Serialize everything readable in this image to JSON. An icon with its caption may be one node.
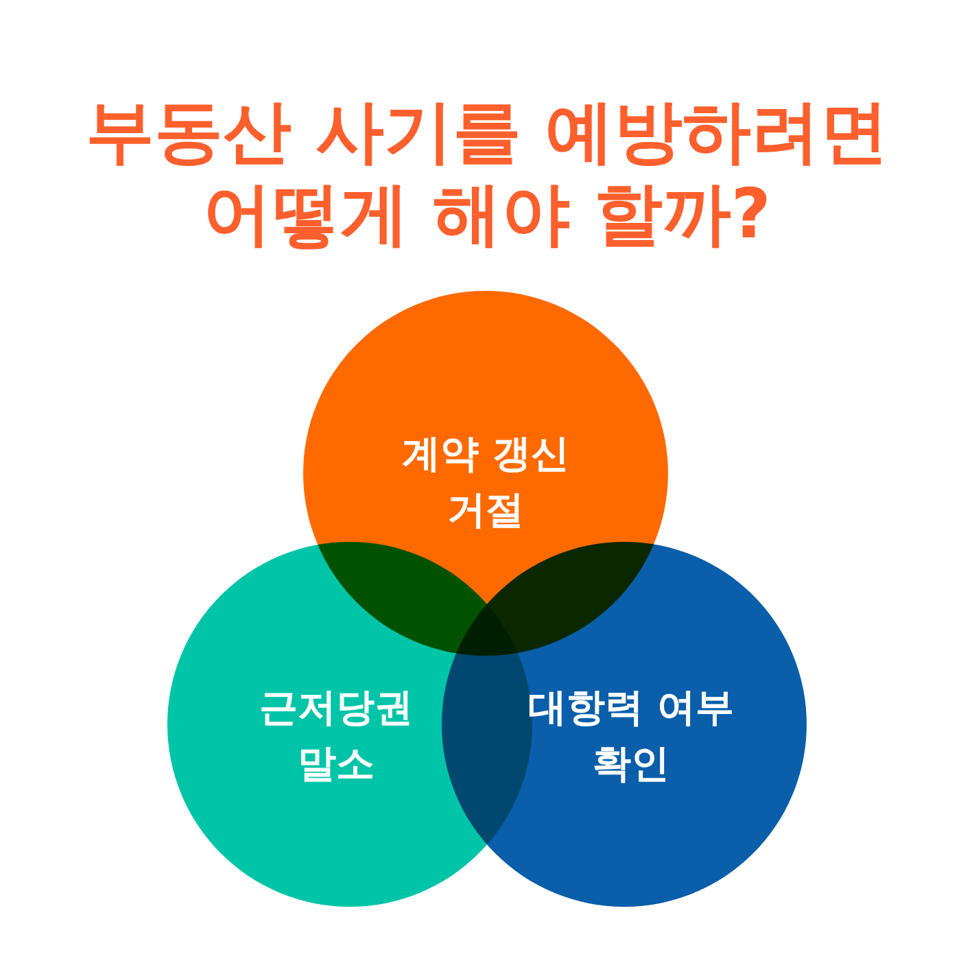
{
  "diagram": {
    "title": "부동산 사기를 예방하려면 어떻게 해야 할까?",
    "nodes": [
      {
        "text": [
          "계약 갱신 거절"
        ]
      },
      {
        "text": [
          "근저당권 말소"
        ]
      },
      {
        "text": [
          "대항력 여부 확인"
        ]
      }
    ]
  }
}
